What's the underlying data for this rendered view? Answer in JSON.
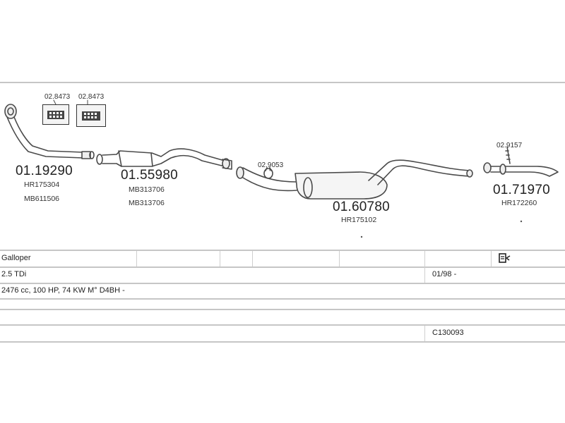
{
  "diagram": {
    "parts": [
      {
        "number": "01.19290",
        "refs": [
          "HR175304",
          "MB611506"
        ]
      },
      {
        "number": "01.55980",
        "refs": [
          "MB313706",
          "MB313706"
        ]
      },
      {
        "number": "01.60780",
        "refs": [
          "HR175102"
        ]
      },
      {
        "number": "01.71970",
        "refs": [
          "HR172260"
        ]
      }
    ],
    "fittings": {
      "kit_a": "02.8473",
      "kit_b": "02.8473",
      "clamp_a": "02.9053",
      "clamp_b": "02.9157"
    }
  },
  "table": {
    "model": "Galloper",
    "engine": "2.5 TDi",
    "date": "01/98 -",
    "specs": "2476 cc, 100 HP, 74 KW M° D4BH -",
    "code": "C130093"
  },
  "icons": {
    "kit_icon": "parts-kit-box-icon",
    "manual_icon": "document-arrow-icon"
  }
}
